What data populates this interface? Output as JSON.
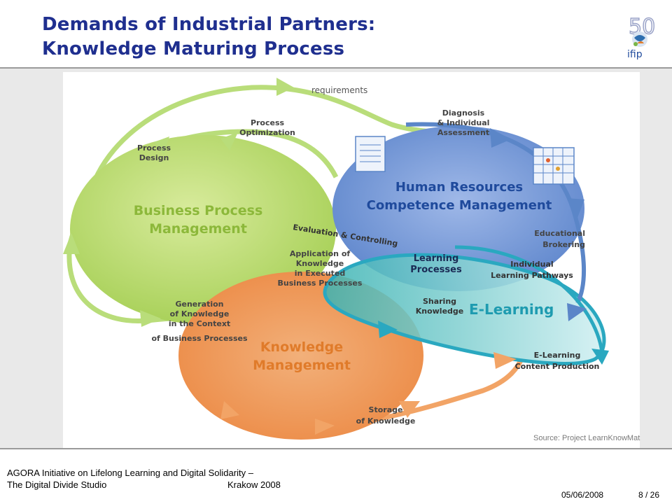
{
  "slide": {
    "title_line1": "Demands of Industrial Partners:",
    "title_line2": "Knowledge Maturing Process",
    "logo_number": "50",
    "logo_text": "ifip"
  },
  "diagram": {
    "nodes": {
      "business_line1": "Business Process",
      "business_line2": "Management",
      "hr_line1": "Human Resources",
      "hr_line2": "Competence Management",
      "km_line1": "Knowledge",
      "km_line2": "Management",
      "elearning": "E-Learning"
    },
    "labels": {
      "requirements": "requirements",
      "process_optimization": [
        "Process",
        "Optimization"
      ],
      "process_design": [
        "Process",
        "Design"
      ],
      "diagnosis": [
        "Diagnosis",
        "& Individual",
        "Assessment"
      ],
      "educational_brokering": [
        "Educational",
        "Brokering"
      ],
      "evaluation": "Evaluation & Controlling",
      "application": [
        "Application of",
        "Knowledge",
        "in Executed",
        "Business Processes"
      ],
      "learning_processes": [
        "Learning",
        "Processes"
      ],
      "individual_pathways": [
        "Individual",
        "Learning Pathways"
      ],
      "sharing_knowledge": [
        "Sharing",
        "Knowledge"
      ],
      "generation": [
        "Generation",
        "of Knowledge",
        "in the Context",
        "of Business Processes"
      ],
      "content_production": [
        "E-Learning",
        "Content Production"
      ],
      "storage": [
        "Storage",
        "of Knowledge"
      ]
    },
    "source": "Source: Project LearnKnowMat"
  },
  "footer": {
    "line1": "AGORA Initiative on Lifelong Learning and Digital Solidarity –",
    "line2_left": "The Digital Divide Studio",
    "line2_right": "Krakow 2008",
    "date": "05/06/2008",
    "page": "8 / 26"
  }
}
